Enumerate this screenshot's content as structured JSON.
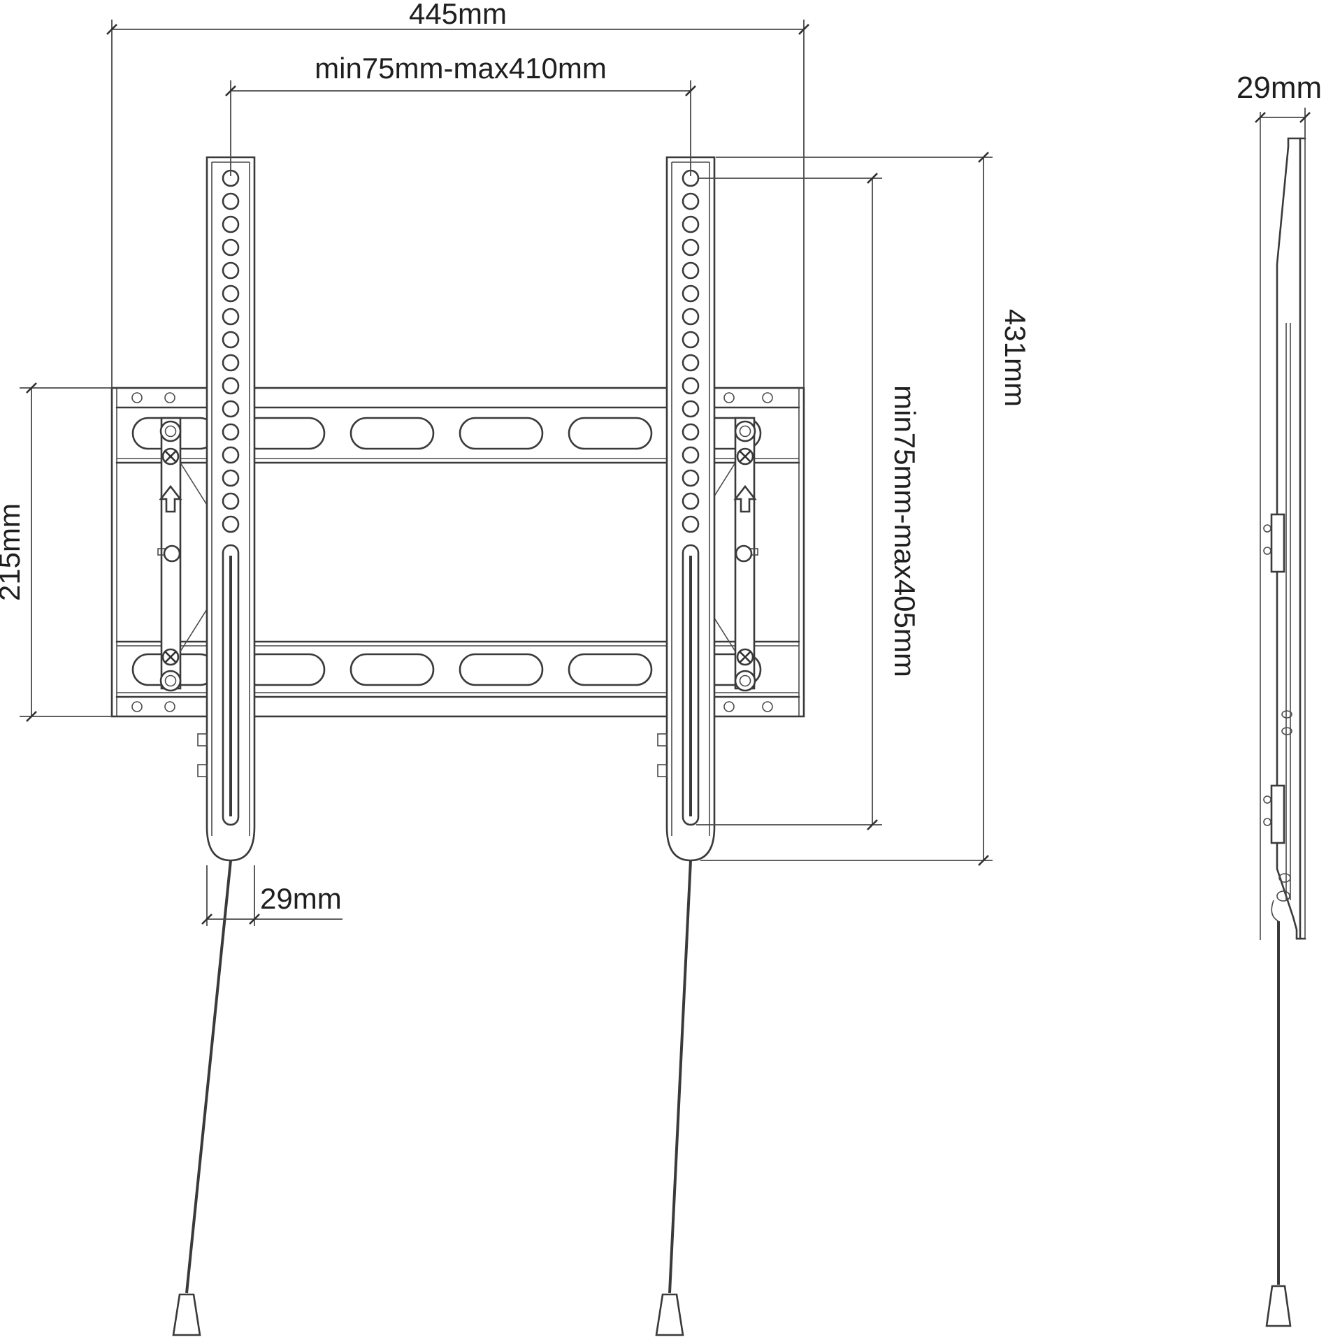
{
  "drawing": {
    "type": "technical-drawing",
    "subject": "tv-wall-mount-bracket",
    "colors": {
      "line": "#3a3a3a",
      "dimension_line": "#4a4a4a",
      "text": "#1f1f1f",
      "background": "#ffffff"
    },
    "front_view": {
      "overall_width": "445mm",
      "vesa_width_range": "min75mm-max410mm",
      "plate_height": "215mm",
      "vesa_height_range": "min75mm-max405mm",
      "bracket_length": "431mm",
      "bracket_width": "29mm"
    },
    "side_view": {
      "profile_depth": "29mm"
    }
  }
}
